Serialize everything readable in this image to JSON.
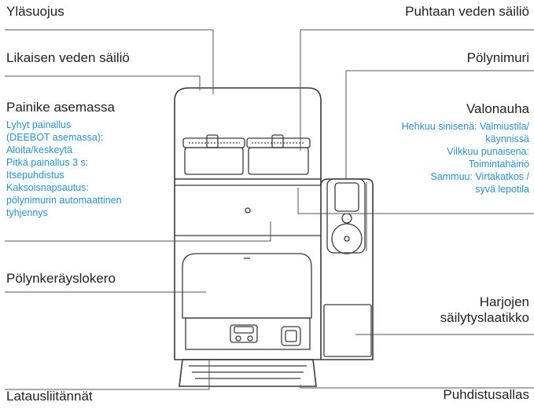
{
  "labels": {
    "top_cover": "Yläsuojus",
    "clean_water_tank": "Puhtaan veden säiliö",
    "dirty_water_tank": "Likaisen veden säiliö",
    "dust_vacuum": "Pölynimuri",
    "station_button": "Painike asemassa",
    "light_strip": "Valonauha",
    "dust_bag_compartment": "Pölynkeräyslokero",
    "brush_storage_line1": "Harjojen",
    "brush_storage_line2": "säilytyslaatikko",
    "charging_contacts": "Latausliitännät",
    "washboard": "Puhdistusallas"
  },
  "button_info": [
    "Lyhyt painallus",
    "(DEEBOT asemassa):",
    "Aloita/keskeytä",
    "Pitkä painallus 3 s:",
    "Itsepuhdistus",
    "Kaksoisnapsautus:",
    "pölynimurin automaattinen",
    "tyhjennys"
  ],
  "light_info": [
    "Hehkuu sinisenä: Valmiustila/",
    "käynnissä",
    "Vilkkuu punaisena:",
    "Toimintahäiriö",
    "Sammuu: Virtakatkos /",
    "syvä lepotila"
  ],
  "colors": {
    "label_text": "#222222",
    "info_text": "#2a8fd0",
    "line": "#555555"
  }
}
